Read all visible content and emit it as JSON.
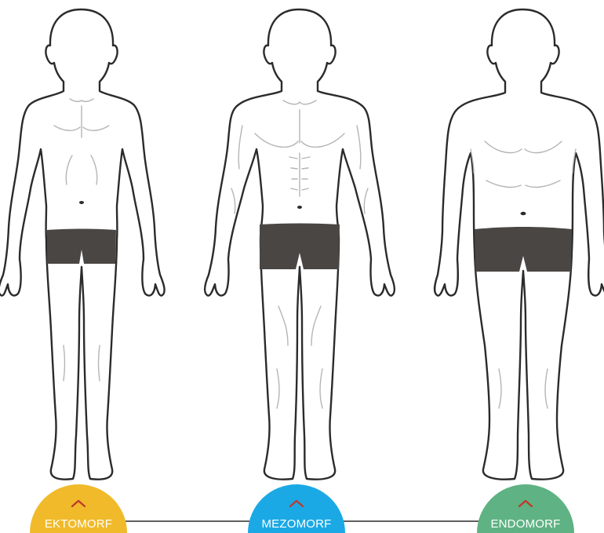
{
  "body_types": [
    {
      "label": "EKTOMORF",
      "color": "#f0ba2a"
    },
    {
      "label": "MEZOMORF",
      "color": "#1aa9e5"
    },
    {
      "label": "ENDOMORF",
      "color": "#5fb283"
    }
  ],
  "colors": {
    "outline": "#2b2b2b",
    "detail": "#b5b5b5",
    "shorts": "#4a4643",
    "chevron": "#c0392b",
    "connector": "#2b2b2b"
  },
  "icons": {
    "selector": "chevron-up-icon"
  }
}
